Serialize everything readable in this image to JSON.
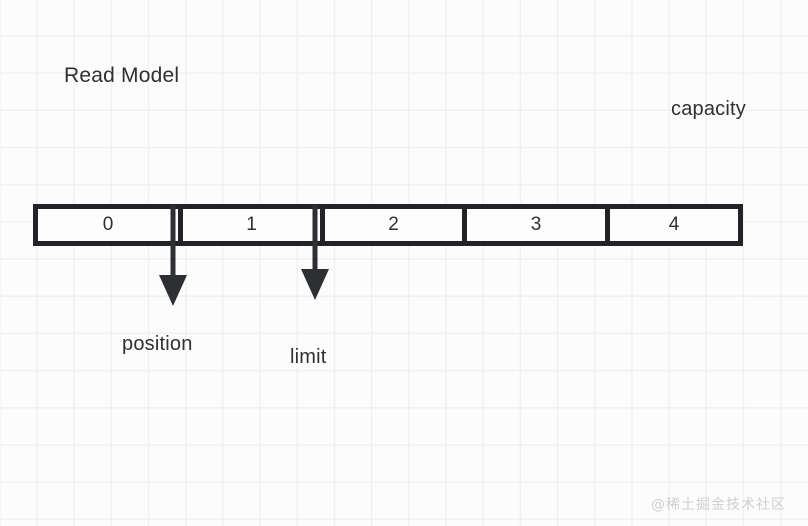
{
  "diagram": {
    "title": "Read Model",
    "capacity_label": "capacity",
    "buffer": {
      "cells": [
        {
          "value": "0"
        },
        {
          "value": "1"
        },
        {
          "value": "2"
        },
        {
          "value": "3"
        },
        {
          "value": "4"
        }
      ]
    },
    "markers": [
      {
        "name": "position",
        "label": "position",
        "cell_index": 1
      },
      {
        "name": "limit",
        "label": "limit",
        "cell_index": 2
      }
    ],
    "colors": {
      "background": "#fcfcfc",
      "grid_line": "#f1f1f1",
      "stroke": "#222326",
      "text": "#2f3033",
      "watermark": "#cfcfcf"
    }
  },
  "watermark": {
    "text": "@稀土掘金技术社区"
  }
}
